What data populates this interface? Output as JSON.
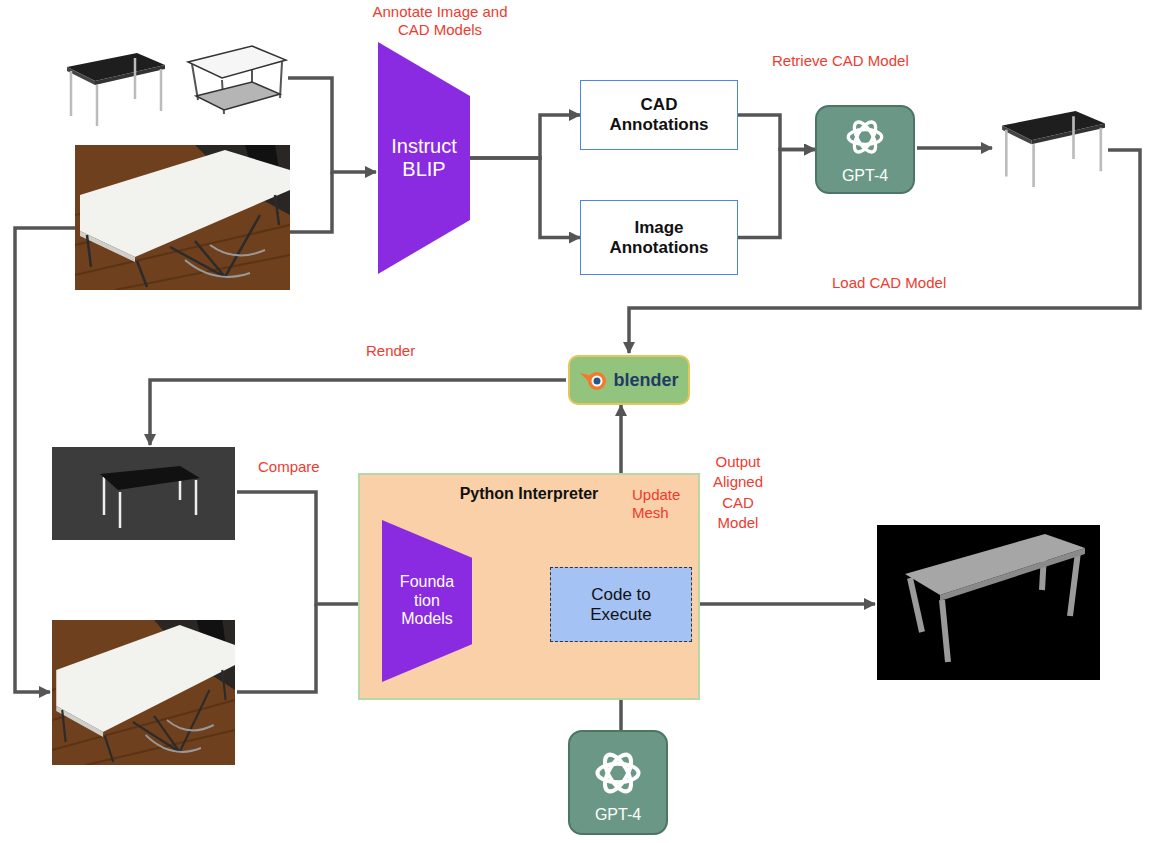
{
  "diagram": {
    "nodes": [
      {
        "text": [
          "Instruct BLIP"
        ]
      },
      {
        "text": [
          "CAD Annotations"
        ]
      },
      {
        "text": [
          "Image Annotations"
        ]
      },
      {
        "text": [
          "GPT-4"
        ]
      },
      {
        "text": [
          "blender"
        ]
      },
      {
        "text": [
          "Python Interpreter"
        ]
      },
      {
        "text": [
          "Founda tion Models"
        ],
        "in": 5
      },
      {
        "text": [
          "Code to Execute"
        ],
        "in": 5
      },
      {
        "text": [
          "GPT-4"
        ]
      }
    ],
    "edges": [
      {
        "from": 0,
        "to": 1,
        "arrow": "to"
      },
      {
        "from": 0,
        "to": 2,
        "arrow": "to"
      },
      {
        "from": 1,
        "to": 3,
        "arrow": "to"
      },
      {
        "from": 2,
        "to": 3,
        "arrow": "to"
      },
      {
        "from": 6,
        "to": 7,
        "arrow": "to"
      },
      {
        "from": 7,
        "to": 4,
        "label": "Update Mesh",
        "arrow": "to"
      },
      {
        "from": 8,
        "to": 7,
        "arrow": "to"
      }
    ],
    "labels": [
      "Annotate Image and CAD Models",
      "Retrieve CAD Model",
      "Load CAD Model",
      "Render",
      "Compare",
      "Output Aligned CAD Model"
    ]
  }
}
